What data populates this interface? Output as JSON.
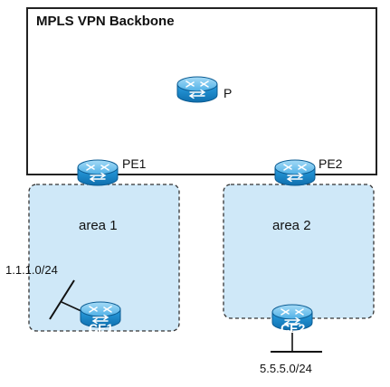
{
  "backbone": {
    "title": "MPLS VPN Backbone"
  },
  "routers": {
    "p": {
      "label": "P"
    },
    "pe1": {
      "label": "PE1"
    },
    "pe2": {
      "label": "PE2"
    },
    "ce1": {
      "label": "CE1"
    },
    "ce2": {
      "label": "CE2"
    }
  },
  "areas": {
    "area1": {
      "label": "area 1"
    },
    "area2": {
      "label": "area 2"
    }
  },
  "networks": {
    "ce1_net": {
      "label": "1.1.1.0/24"
    },
    "ce2_net": {
      "label": "5.5.5.0/24"
    }
  },
  "colors": {
    "backbone_border": "#222222",
    "area_fill": "#cfe8f8",
    "area_border": "#333333",
    "router_body": "#1e8fd0",
    "router_top": "#7cc4ec",
    "router_text": "#ffffff"
  },
  "icons": {
    "router": "router-icon"
  }
}
